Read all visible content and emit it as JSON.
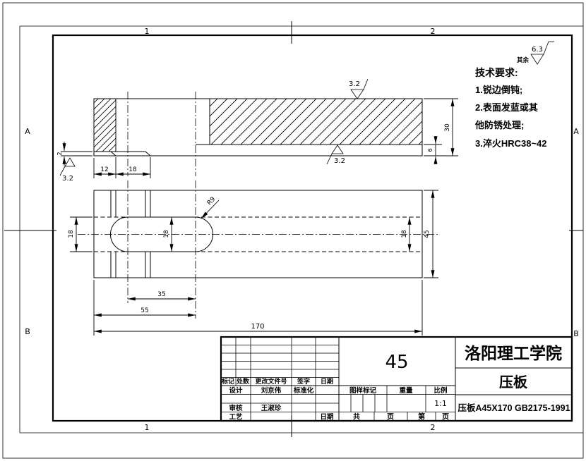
{
  "zones": {
    "top_left": "1",
    "top_right": "2",
    "bottom_left": "1",
    "bottom_right": "2",
    "left_top": "A",
    "left_bottom": "B",
    "right_top": "A",
    "right_bottom": "B"
  },
  "tech": {
    "other_label": "其余",
    "other_value": "6.3",
    "heading": "技术要求:",
    "line1": "1.锐边倒钝;",
    "line2": "2.表面发蓝或其",
    "line3": "他防锈处理;",
    "line4": "3.淬火HRC38~42"
  },
  "section": {
    "dim_12": "12",
    "dim_18": "18",
    "dim_2": "2",
    "dim_30": "30",
    "dim_6": "6",
    "ra_top": "3.2",
    "ra_bottom": "3.2",
    "ra_left": "3.2"
  },
  "plan": {
    "dim_18_left": "18",
    "dim_18_mid": "18",
    "dim_18_right": "18",
    "dim_45": "45",
    "dim_35": "35",
    "dim_55": "55",
    "dim_170": "170",
    "radius": "R9"
  },
  "title_block": {
    "material": "45",
    "company": "洛阳理工学院",
    "part": "压板",
    "spec": "压板A45X170 GB2175-1991",
    "scale": "1:1",
    "designer": "刘京伟",
    "checker": "王淑珍",
    "labels": {
      "mark": "标记",
      "count": "处数",
      "doc_no": "更改文件号",
      "sign": "签字",
      "date": "日期",
      "design": "设计",
      "standard": "标准化",
      "check": "审核",
      "process": "工艺",
      "date2": "日期",
      "drawing_mark": "图样标记",
      "weight": "重量",
      "scale_label": "比例",
      "total": "共",
      "page": "页",
      "no": "第",
      "page2": "页"
    }
  }
}
